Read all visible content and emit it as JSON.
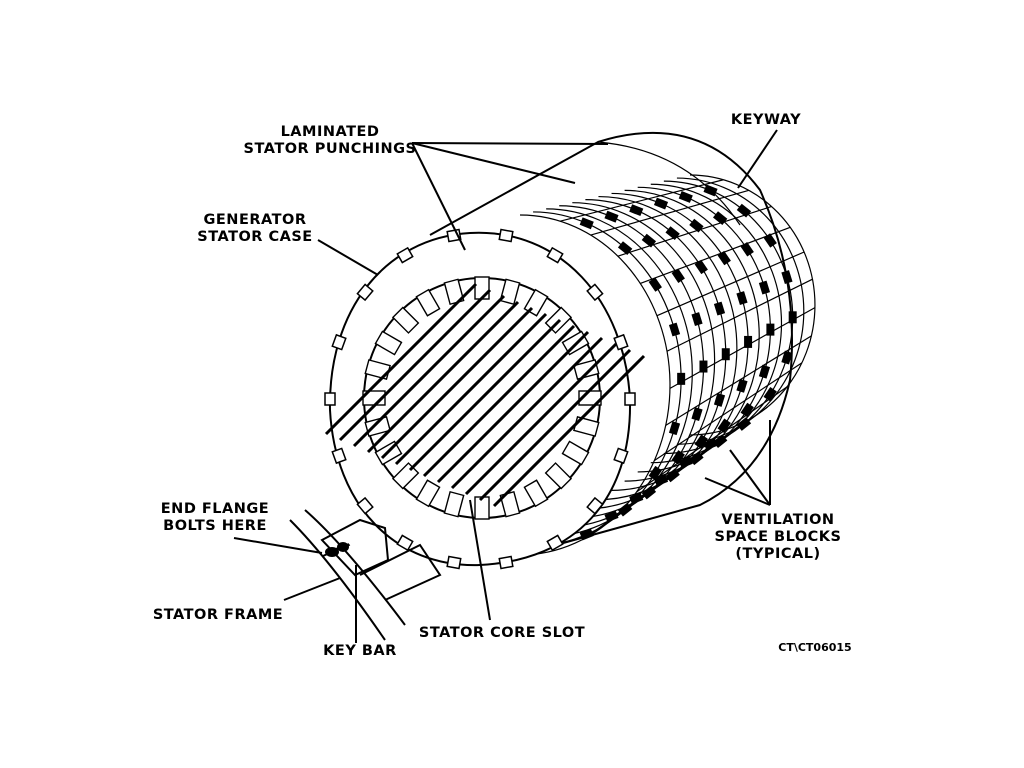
{
  "labels": {
    "laminated_1": "LAMINATED",
    "laminated_2": "STATOR PUNCHINGS",
    "keyway": "KEYWAY",
    "case_1": "GENERATOR",
    "case_2": "STATOR CASE",
    "flange_1": "END FLANGE",
    "flange_2": "BOLTS HERE",
    "frame": "STATOR FRAME",
    "keybar": "KEY BAR",
    "slot": "STATOR CORE SLOT",
    "vent_1": "VENTILATION",
    "vent_2": "SPACE BLOCKS",
    "vent_3": "(TYPICAL)",
    "code": "CT\\CT06015"
  }
}
